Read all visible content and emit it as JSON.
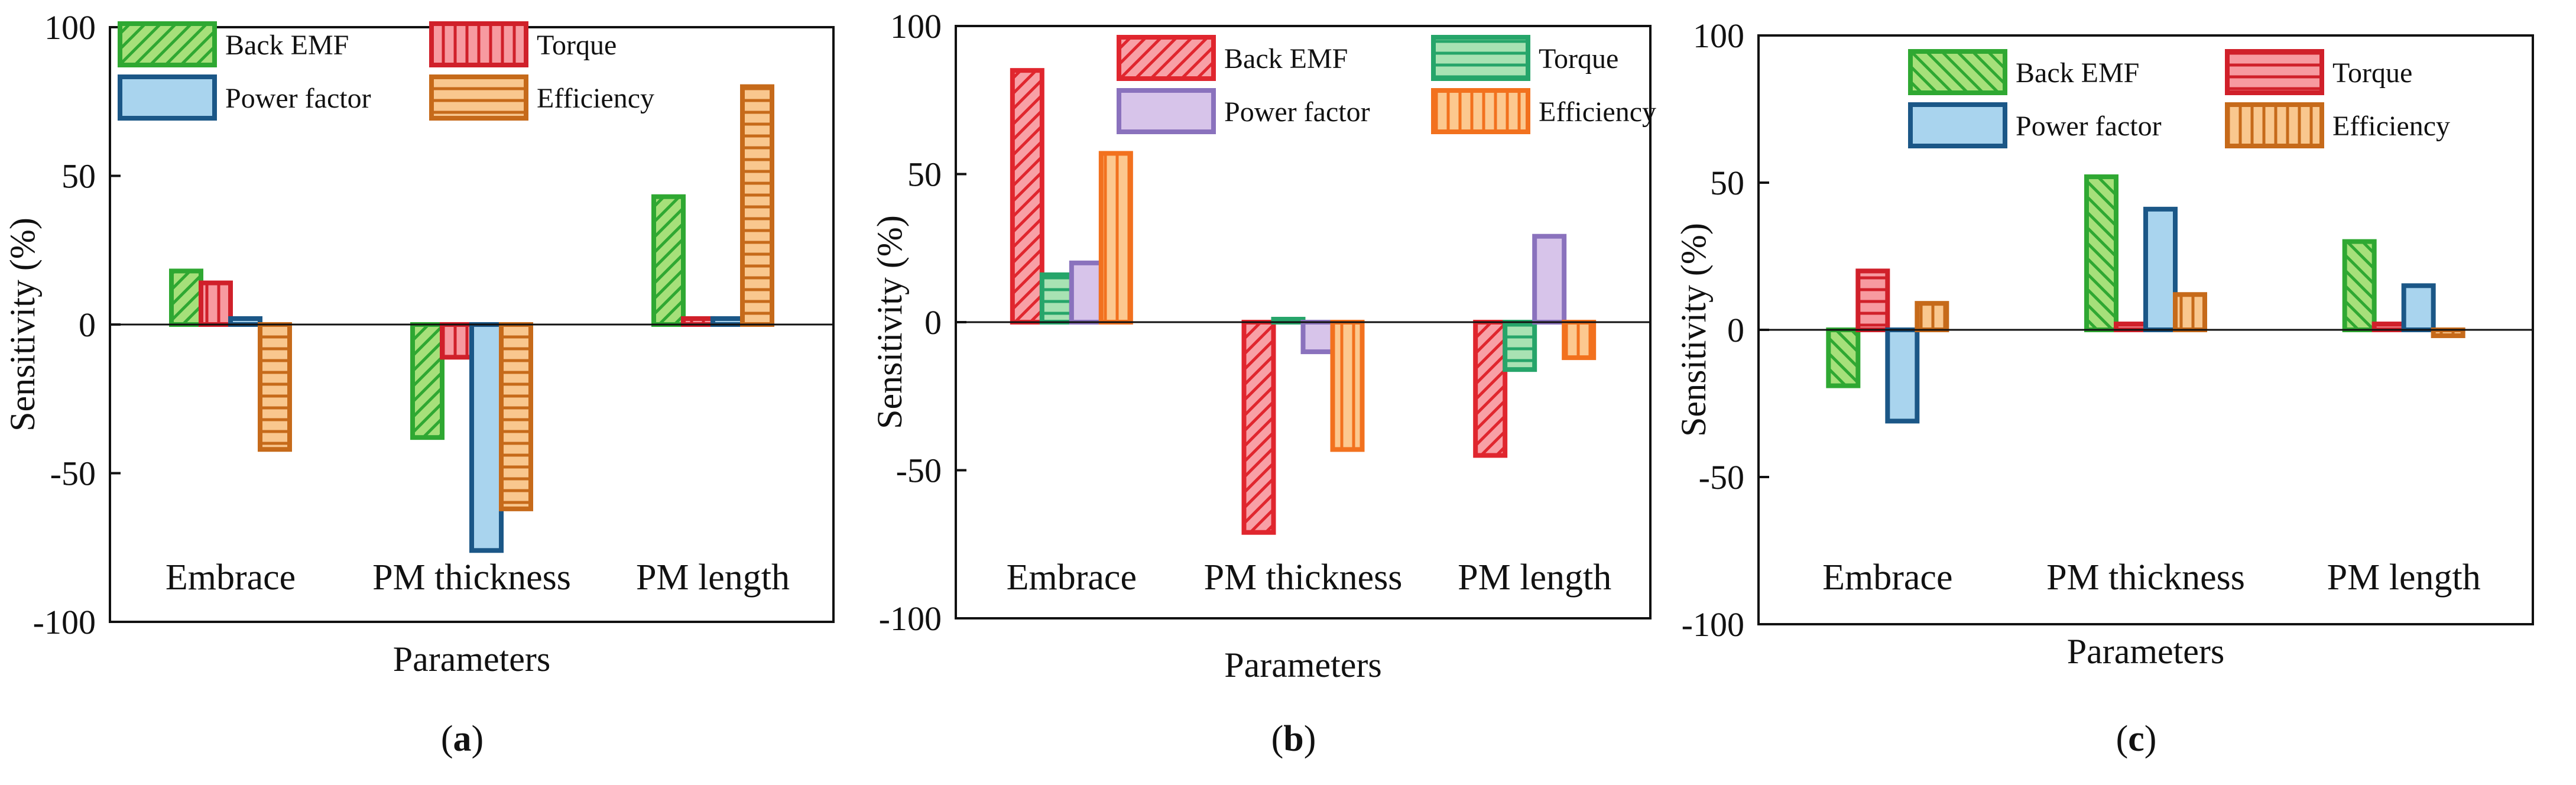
{
  "patterns": {
    "diag_fwd": "diagonal-forward",
    "diag_back": "diagonal-back",
    "vertical": "vertical-lines",
    "horizontal": "horizontal-lines",
    "none": "solid"
  },
  "chart_data": [
    {
      "type": "bar",
      "caption_letter": "a",
      "xlabel": "Parameters",
      "ylabel": "Sensitivity (%)",
      "ylim": [
        -100,
        100
      ],
      "yticks": [
        "-100",
        "-50",
        "0",
        "50",
        "100"
      ],
      "yticks_values": [
        -100,
        -50,
        0,
        50,
        100
      ],
      "grid": false,
      "legend_position": "top-left",
      "categories": [
        "Embrace",
        "PM thickness",
        "PM length"
      ],
      "series": [
        {
          "name": "Back EMF",
          "values": [
            18,
            -38,
            43
          ],
          "fill": "#a6e07a",
          "stroke": "#2fa832",
          "pattern": "diag_fwd"
        },
        {
          "name": "Torque",
          "values": [
            14,
            -11,
            2
          ],
          "fill": "#f79aa0",
          "stroke": "#d0202a",
          "pattern": "vertical"
        },
        {
          "name": "Power factor",
          "values": [
            2,
            -76,
            2
          ],
          "fill": "#a9d4ee",
          "stroke": "#1b5787",
          "pattern": "none"
        },
        {
          "name": "Efficiency",
          "values": [
            -42,
            -62,
            80
          ],
          "fill": "#f9c78e",
          "stroke": "#c66a1a",
          "pattern": "horizontal"
        }
      ]
    },
    {
      "type": "bar",
      "caption_letter": "b",
      "xlabel": "Parameters",
      "ylabel": "Sensitivity (%)",
      "ylim": [
        -100,
        100
      ],
      "yticks": [
        "-100",
        "-50",
        "0",
        "50",
        "100"
      ],
      "yticks_values": [
        -100,
        -50,
        0,
        50,
        100
      ],
      "grid": false,
      "legend_position": "top",
      "categories": [
        "Embrace",
        "PM thickness",
        "PM length"
      ],
      "series": [
        {
          "name": "Back EMF",
          "values": [
            85,
            -71,
            -45
          ],
          "fill": "#f8a0a6",
          "stroke": "#e0262e",
          "pattern": "diag_fwd"
        },
        {
          "name": "Torque",
          "values": [
            16,
            1,
            -16
          ],
          "fill": "#a8e2b3",
          "stroke": "#26a56a",
          "pattern": "horizontal"
        },
        {
          "name": "Power factor",
          "values": [
            20,
            -10,
            29
          ],
          "fill": "#d7c4ea",
          "stroke": "#8a72bd",
          "pattern": "none"
        },
        {
          "name": "Efficiency",
          "values": [
            57,
            -43,
            -12
          ],
          "fill": "#fcc88f",
          "stroke": "#f2711e",
          "pattern": "vertical"
        }
      ]
    },
    {
      "type": "bar",
      "caption_letter": "c",
      "xlabel": "Parameters",
      "ylabel": "Sensitivity (%)",
      "ylim": [
        -100,
        100
      ],
      "yticks": [
        "-100",
        "-50",
        "0",
        "50",
        "100"
      ],
      "yticks_values": [
        -100,
        -50,
        0,
        50,
        100
      ],
      "grid": false,
      "legend_position": "top",
      "categories": [
        "Embrace",
        "PM thickness",
        "PM length"
      ],
      "series": [
        {
          "name": "Back EMF",
          "values": [
            -19,
            52,
            30
          ],
          "fill": "#a6e07a",
          "stroke": "#2fa832",
          "pattern": "diag_back"
        },
        {
          "name": "Torque",
          "values": [
            20,
            2,
            2
          ],
          "fill": "#f79aa0",
          "stroke": "#d0202a",
          "pattern": "horizontal"
        },
        {
          "name": "Power factor",
          "values": [
            -31,
            41,
            15
          ],
          "fill": "#a9d4ee",
          "stroke": "#1b5787",
          "pattern": "none"
        },
        {
          "name": "Efficiency",
          "values": [
            9,
            12,
            -2
          ],
          "fill": "#f9c78e",
          "stroke": "#c66a1a",
          "pattern": "vertical"
        }
      ]
    }
  ]
}
